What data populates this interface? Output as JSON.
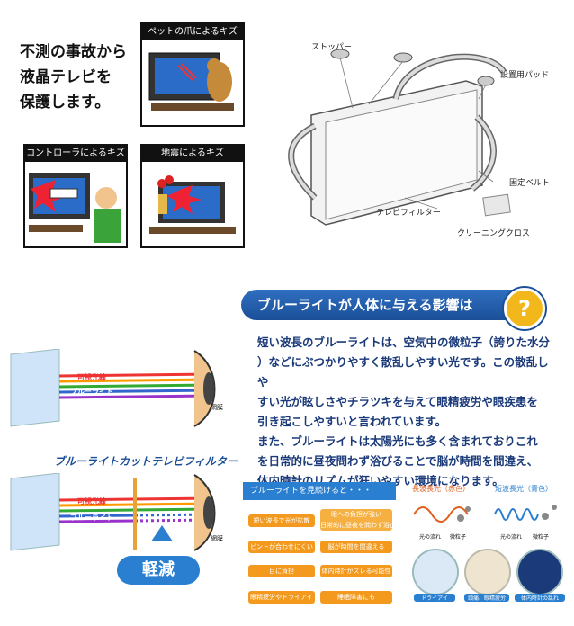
{
  "headline": [
    "不測の事故から",
    "液晶テレビを",
    "保護します。"
  ],
  "panels": {
    "pet": "ペットの爪によるキズ",
    "controller": "コントローラによるキズ",
    "quake": "地震によるキズ"
  },
  "diagram": {
    "stopper": "ストッパー",
    "pad": "設置用パッド",
    "belt": "固定ベルト",
    "filter": "テレビフィルター",
    "cloth": "クリーニングクロス"
  },
  "banner": "ブルーライトが人体に与える影響は",
  "qmark": "?",
  "paragraphs": [
    "短い波長のブルーライトは、空気中の微粒子（誇りた水分",
    "）などにぶつかりやすく散乱しやすい光です。この散乱しや",
    "すい光が眩しさやチラツキを与えて眼精疲労や眼疾患を",
    "引き起こしやすいと言われています。",
    "また、ブルーライトは太陽光にも多く含まれておりこれ",
    "を日常的に昼夜問わず浴びることで脳が時間を間違え、",
    "体内時計のリズムが狂いやすい環境になります。"
  ],
  "rays": {
    "visible": "可視光線",
    "blue": "ブルーライト",
    "retina": "網膜"
  },
  "filter_title": "ブルーライトカットテレビフィルター",
  "reduce": "軽減",
  "flow": {
    "header": "ブルーライトを見続けると・・・",
    "left": [
      "短い波長で光が拡散",
      "ピントが合わせにくい",
      "目に負担",
      "眼精疲労やドライアイ"
    ],
    "right": [
      "眼への負担が強い\n日常的に昼夜を問わず浴びる",
      "脳が時間を間違える",
      "体内時計がズレる可能性",
      "睡眠障害にも"
    ]
  },
  "waves": {
    "long": "長波長光（赤色）",
    "short": "短波長光（青色）",
    "flow1": "光の流れ",
    "particle1": "微粒子",
    "flow2": "光の流れ",
    "particle2": "微粒子"
  },
  "icons": {
    "dry": "ドライアイ",
    "sleep": "頭痛、眼精疲労",
    "clock": "体内時計の乱れ"
  },
  "colors": {
    "blue": "#1b4f98",
    "orange": "#f39a1e"
  }
}
